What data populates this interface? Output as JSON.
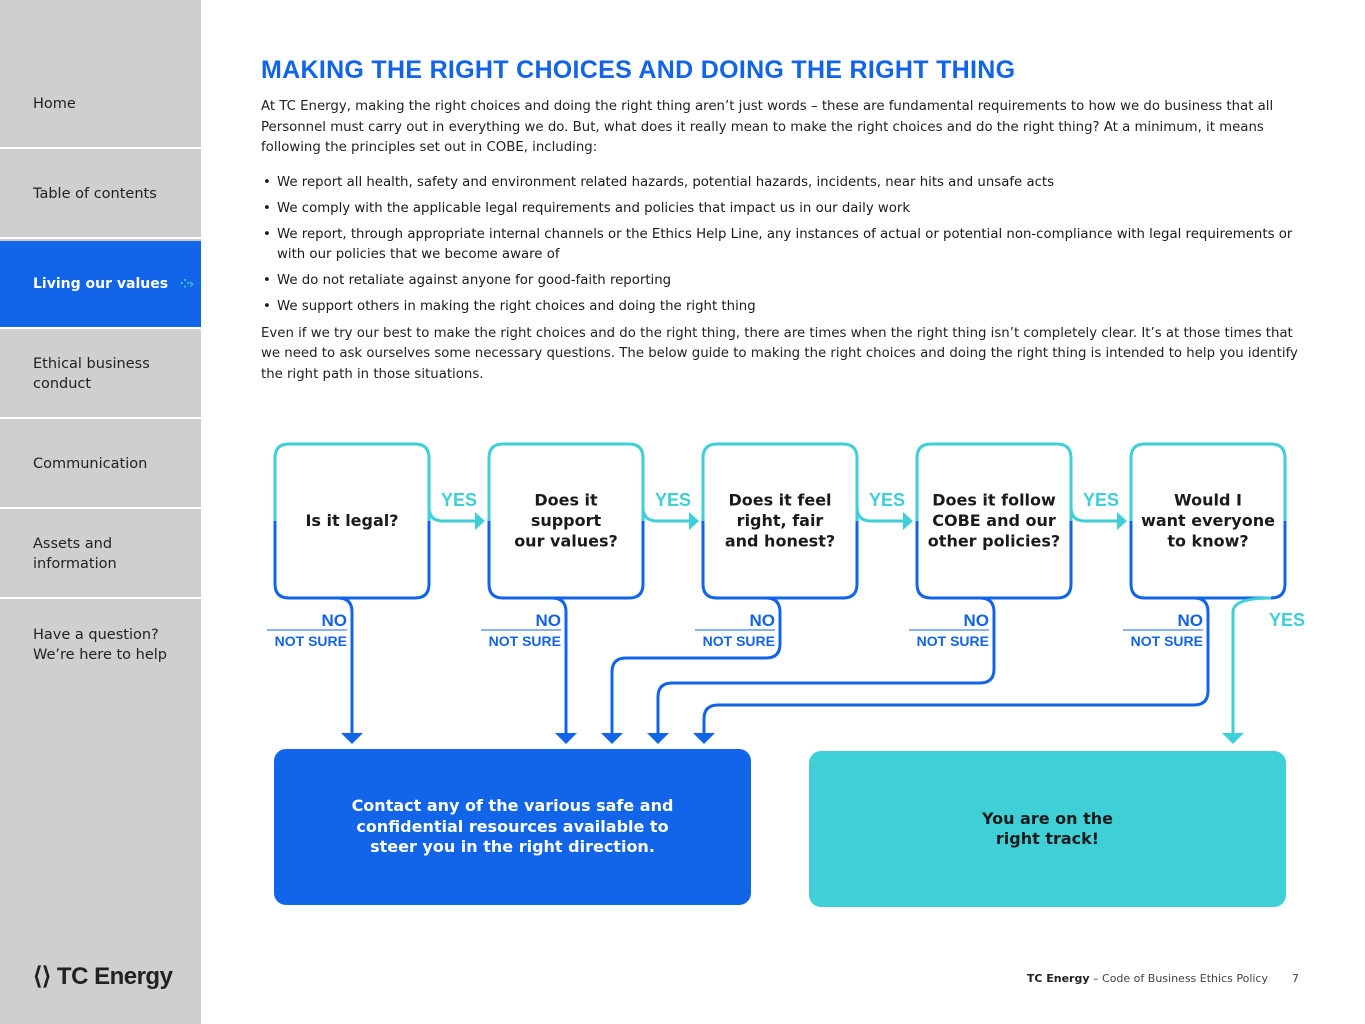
{
  "sidebar": {
    "items": [
      {
        "label": "Home"
      },
      {
        "label": "Table of contents"
      },
      {
        "label": "Living our values",
        "active": true
      },
      {
        "label": "Ethical business conduct"
      },
      {
        "label": "Communication"
      },
      {
        "label": "Assets and information"
      },
      {
        "label": "Have a question? We’re here to help"
      }
    ],
    "logo": "TC Energy"
  },
  "main": {
    "title": "MAKING THE RIGHT CHOICES AND DOING THE RIGHT THING",
    "intro": "At TC Energy, making the right choices and doing the right thing aren’t just words – these are fundamental requirements to how we do business that all Personnel must carry out in everything we do. But, what does it really mean to make the right choices and do the right thing? At a minimum, it means following the principles set out in COBE, including:",
    "bullets": [
      "We report all health, safety and environment related hazards, potential hazards, incidents, near hits and unsafe acts",
      "We comply with the applicable legal requirements and policies that impact us in our daily work",
      "We report, through appropriate internal channels or the Ethics Help Line, any instances of actual or potential non-compliance with legal requirements or with our policies that we become aware of",
      "We do not retaliate against anyone for good-faith reporting",
      "We support others in making the right choices and doing the right thing"
    ],
    "closing": "Even if we try our best to make the right choices and do the right thing, there are times when the right thing isn’t completely clear. It’s at those times that we need to ask ourselves some necessary questions. The below guide to making the right choices and doing the right thing is intended to help you identify the right path in those situations."
  },
  "flow": {
    "questions": [
      [
        "Is it legal?"
      ],
      [
        "Does it",
        "support",
        "our values?"
      ],
      [
        "Does it feel",
        "right, fair",
        "and honest?"
      ],
      [
        "Does it follow",
        "COBE and our",
        "other policies?"
      ],
      [
        "Would I",
        "want everyone",
        "to know?"
      ]
    ],
    "yes": "YES",
    "no": "NO",
    "not_sure": "NOT SURE",
    "contact": "Contact any of the various safe and confidential resources available to steer you in the right direction.",
    "right_track": "You are on the right track!",
    "colors": {
      "blue": "#1264e8",
      "cyan": "#3fcfd6"
    }
  },
  "footer": {
    "brand": "TC Energy",
    "doc": " – Code of Business Ethics Policy",
    "page": "7"
  }
}
